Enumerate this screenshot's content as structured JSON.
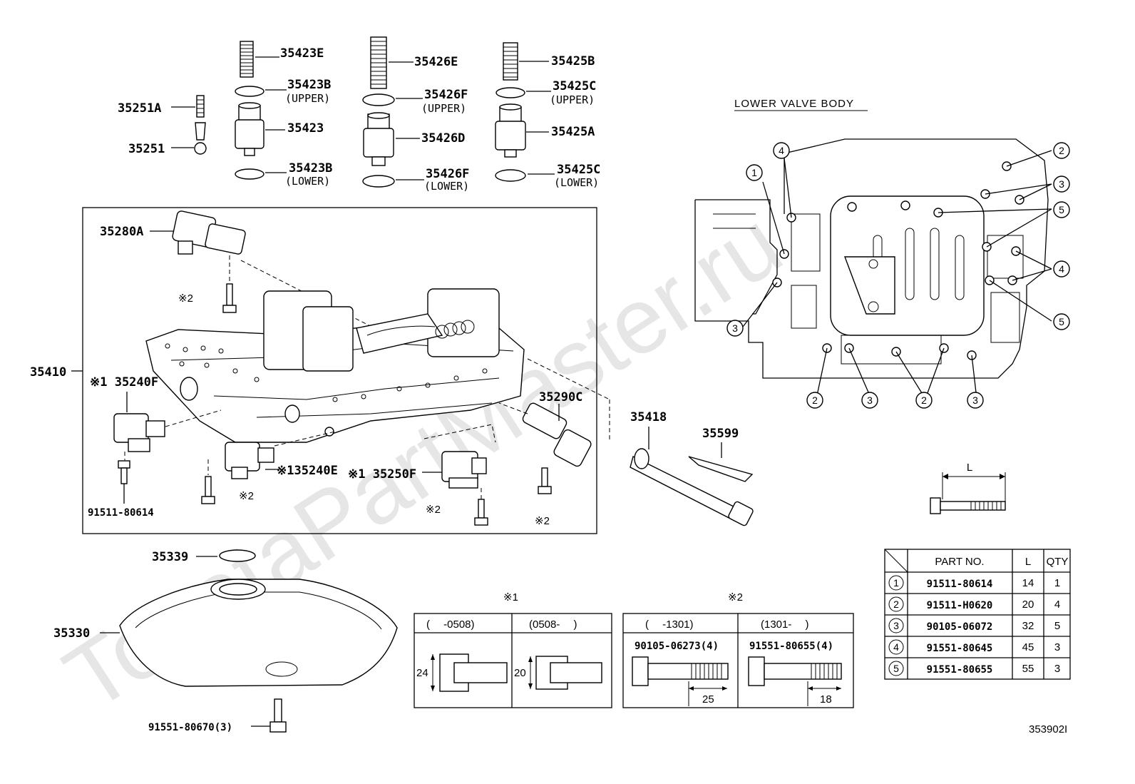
{
  "watermark": "ToyotaPartMaster.ru",
  "section_title": "LOWER VALVE BODY",
  "figure_number": "353902I",
  "top_parts": [
    {
      "id": "35423E"
    },
    {
      "id": "35423B",
      "note": "(UPPER)"
    },
    {
      "id": "35423"
    },
    {
      "id": "35423B_lower",
      "text": "35423B",
      "note": "(LOWER)"
    },
    {
      "id": "35426E"
    },
    {
      "id": "35426F",
      "note": "(UPPER)"
    },
    {
      "id": "35426D"
    },
    {
      "id": "35426F_lower",
      "text": "35426F",
      "note": "(LOWER)"
    },
    {
      "id": "35425B"
    },
    {
      "id": "35425C",
      "note": "(UPPER)"
    },
    {
      "id": "35425A"
    },
    {
      "id": "35425C_lower",
      "text": "35425C",
      "note": "(LOWER)"
    },
    {
      "id": "35251A"
    },
    {
      "id": "35251"
    }
  ],
  "labels": {
    "l35423E": "35423E",
    "l35423B_u": "35423B",
    "n_upper1": "(UPPER)",
    "l35423": "35423",
    "l35423B_l": "35423B",
    "n_lower1": "(LOWER)",
    "l35426E": "35426E",
    "l35426F_u": "35426F",
    "n_upper2": "(UPPER)",
    "l35426D": "35426D",
    "l35426F_l": "35426F",
    "n_lower2": "(LOWER)",
    "l35425B": "35425B",
    "l35425C_u": "35425C",
    "n_upper3": "(UPPER)",
    "l35425A": "35425A",
    "l35425C_l": "35425C",
    "n_lower3": "(LOWER)",
    "l35251A": "35251A",
    "l35251": "35251",
    "l35280A": "35280A",
    "l35410": "35410",
    "l35240F": "※1 35240F",
    "l35240E": "※135240E",
    "l35250F": "※1 35250F",
    "l35290C": "35290C",
    "l35418": "35418",
    "l35599": "35599",
    "l91511": "91511-80614",
    "x2a": "※2",
    "x2b": "※2",
    "x2c": "※2",
    "x2d": "※2",
    "l35339": "35339",
    "l35330": "35330",
    "l91551": "91551-80670(3)"
  },
  "callouts": {
    "c1": "1",
    "c2a": "2",
    "c2b": "2",
    "c2c": "2",
    "c3a": "3",
    "c3b": "3",
    "c3c": "3",
    "c3d": "3",
    "c4a": "4",
    "c4b": "4",
    "c5a": "5",
    "c5b": "5"
  },
  "dimension_diagram": {
    "label": "L"
  },
  "note1": {
    "marker": "※1",
    "col1_header": "(　 -0508)",
    "col2_header": "(0508-　 )",
    "col1_dim": "24",
    "col2_dim": "20"
  },
  "note2": {
    "marker": "※2",
    "col1_header": "(　 -1301)",
    "col2_header": "(1301-　 )",
    "col1_part": "90105-06273(4)",
    "col2_part": "91551-80655(4)",
    "col1_dim": "25",
    "col2_dim": "18"
  },
  "bolt_table": {
    "headers": [
      "PART NO.",
      "L",
      "QTY"
    ],
    "rows": [
      {
        "ref": "1",
        "part": "91511-80614",
        "L": "14",
        "qty": "1"
      },
      {
        "ref": "2",
        "part": "91511-H0620",
        "L": "20",
        "qty": "4"
      },
      {
        "ref": "3",
        "part": "90105-06072",
        "L": "32",
        "qty": "5"
      },
      {
        "ref": "4",
        "part": "91551-80645",
        "L": "45",
        "qty": "3"
      },
      {
        "ref": "5",
        "part": "91551-80655",
        "L": "55",
        "qty": "3"
      }
    ]
  }
}
